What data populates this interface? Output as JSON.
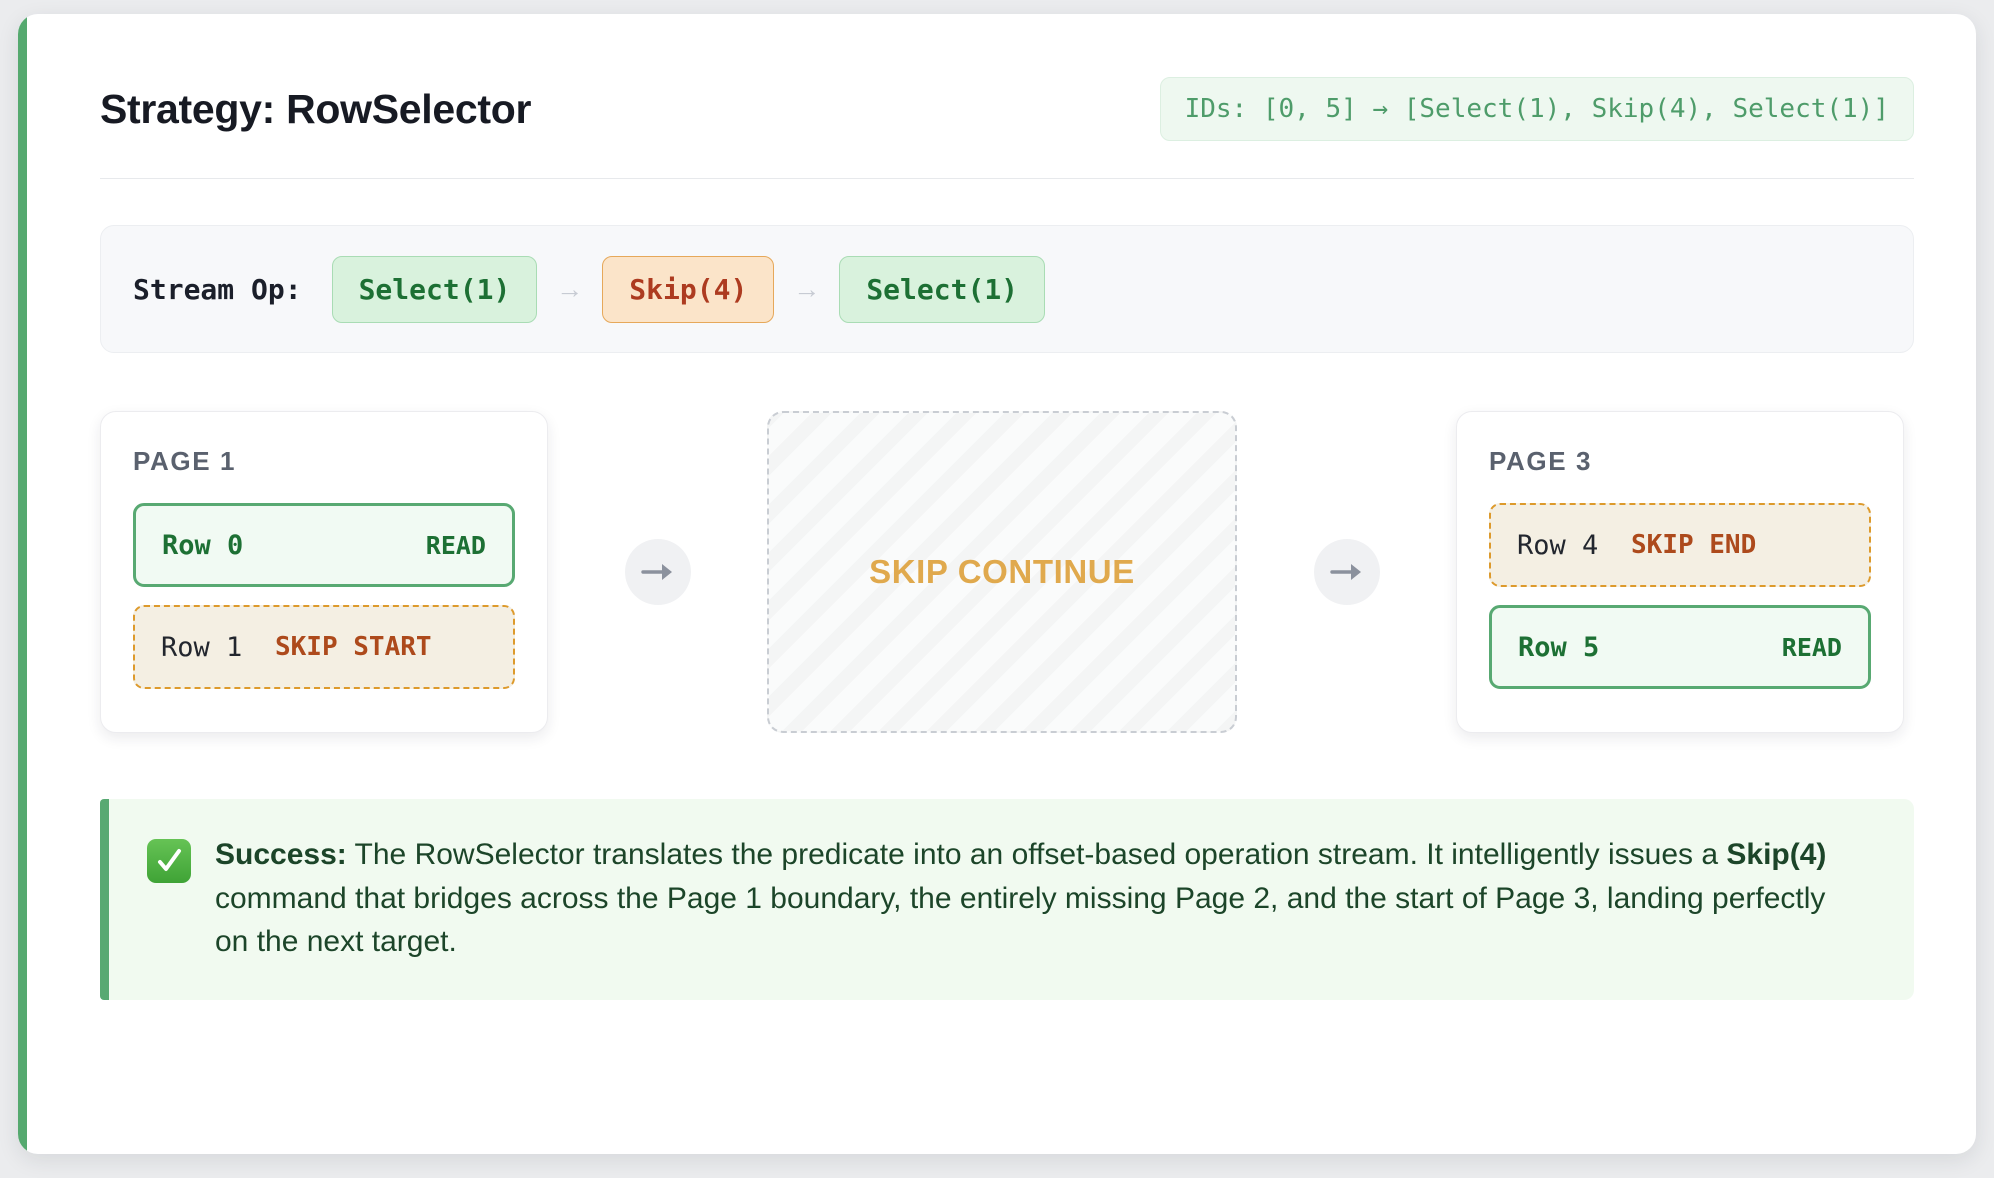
{
  "header": {
    "title": "Strategy: RowSelector",
    "ids_badge": "IDs: [0, 5] → [Select(1), Skip(4), Select(1)]"
  },
  "stream_op": {
    "label": "Stream Op:",
    "separator": "→",
    "chips": [
      {
        "text": "Select(1)",
        "kind": "select"
      },
      {
        "text": "Skip(4)",
        "kind": "skip"
      },
      {
        "text": "Select(1)",
        "kind": "select"
      }
    ]
  },
  "pages": {
    "page1": {
      "label": "PAGE 1",
      "rows": [
        {
          "label": "Row 0",
          "tag": "READ",
          "kind": "read"
        },
        {
          "label": "Row 1",
          "tag": "SKIP START",
          "kind": "skip"
        }
      ]
    },
    "skip_panel": {
      "text": "SKIP CONTINUE"
    },
    "page3": {
      "label": "PAGE 3",
      "rows": [
        {
          "label": "Row 4",
          "tag": "SKIP END",
          "kind": "skip"
        },
        {
          "label": "Row 5",
          "tag": "READ",
          "kind": "read"
        }
      ]
    }
  },
  "success": {
    "icon": "white-heavy-check-mark",
    "label": "Success:",
    "text_part1": " The RowSelector translates the predicate into an offset-based operation stream. It intelligently issues a ",
    "highlight": "Skip(4)",
    "text_part2": " command that bridges across the Page 1 boundary, the entirely missing Page 2, and the start of Page 3, landing perfectly on the next target."
  },
  "colors": {
    "accent_green": "#55a96f",
    "read_green": "#1d7034",
    "skip_orange": "#ad4a1c",
    "skip_panel_amber": "#e0a94d",
    "page_label_slate": "#5a616e"
  }
}
